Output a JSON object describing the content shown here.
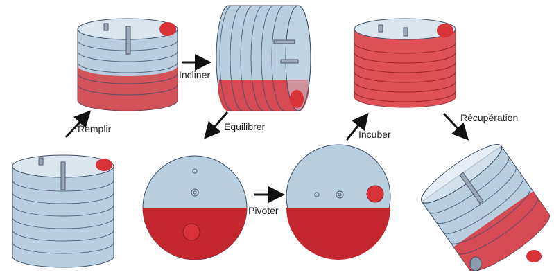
{
  "steps": {
    "fill": "Remplir",
    "tilt": "Incliner",
    "equilibrate": "Equilibrer",
    "rotate": "Pivoter",
    "incubate": "Incuber",
    "harvest": "Récupération"
  },
  "colors": {
    "blue": "#b9cfe0",
    "blue_edge": "#3d4f66",
    "red": "#d9333a",
    "red_light": "#e56a6c",
    "arrow": "#111111"
  }
}
